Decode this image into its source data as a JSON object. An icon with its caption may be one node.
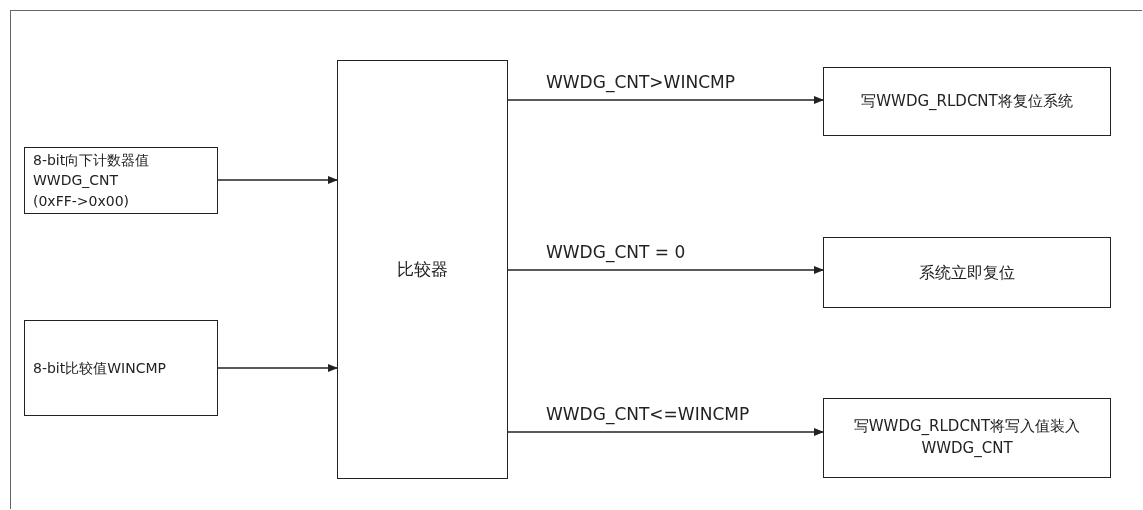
{
  "diagram": {
    "nodes": [
      {
        "text": [
          "8-bit向下计数器值 WWDG_CNT (0xFF->0x00)"
        ]
      },
      {
        "text": [
          "8-bit比较值WINCMP"
        ]
      },
      {
        "text": [
          "比较器"
        ]
      },
      {
        "text": [
          "写WWDG_RLDCNT将复位系统"
        ]
      },
      {
        "text": [
          "系统立即复位"
        ]
      },
      {
        "text": [
          "写WWDG_RLDCNT将写入值装入WWDG_CNT"
        ]
      }
    ],
    "edges": [
      {
        "from": 0,
        "to": 2,
        "arrow": "to"
      },
      {
        "from": 1,
        "to": 2,
        "arrow": "to"
      },
      {
        "from": 2,
        "to": 3,
        "arrow": "to",
        "label": "WWDG_CNT>WINCMP"
      },
      {
        "from": 2,
        "to": 4,
        "arrow": "to",
        "label": "WWDG_CNT = 0"
      },
      {
        "from": 2,
        "to": 5,
        "arrow": "to",
        "label": "WWDG_CNT<=WINCMP"
      }
    ]
  }
}
